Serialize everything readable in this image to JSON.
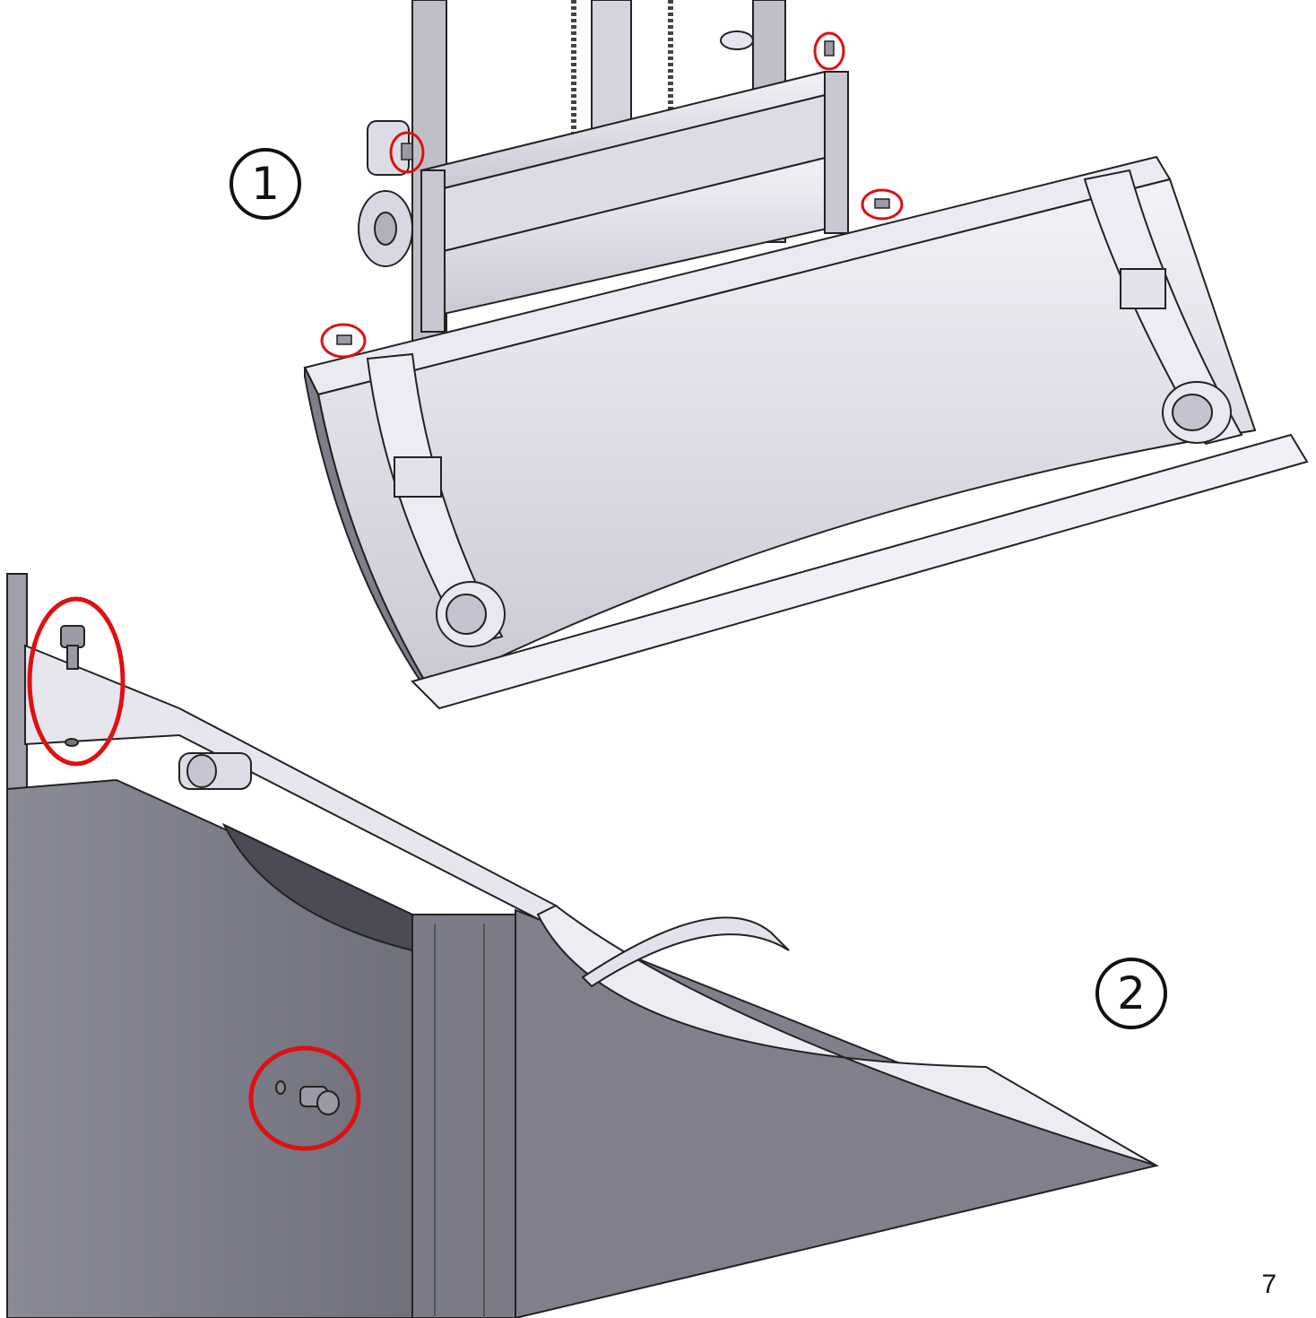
{
  "steps": [
    {
      "number": "1"
    },
    {
      "number": "2"
    }
  ],
  "page": {
    "number": "7"
  }
}
